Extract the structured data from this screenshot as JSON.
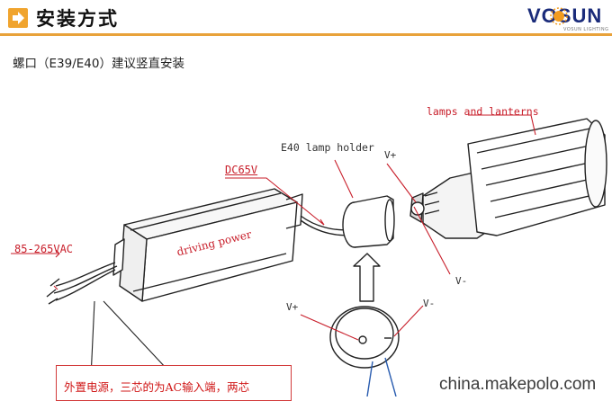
{
  "header": {
    "title": "安装方式",
    "logo_text": "VOSUN",
    "logo_tagline": "VOSUN LIGHTING"
  },
  "subtitle": "螺口（E39/E40）建议竖直安装",
  "labels": {
    "input_voltage": "85-265VAC",
    "output_voltage": "DC65V",
    "driver": "driving power",
    "holder": "E40 lamp holder",
    "lamp": "lamps and lanterns",
    "vplus_top": "V+",
    "vminus_right": "V-",
    "vplus_circle": "V+",
    "vminus_circle": "V-"
  },
  "note": "外置电源，三芯的为AC输入端，两芯",
  "watermark": "china.makepolo.com",
  "colors": {
    "accent": "#f0a42e",
    "label_red": "#c81e2a",
    "logo_blue": "#1a2b7a"
  }
}
